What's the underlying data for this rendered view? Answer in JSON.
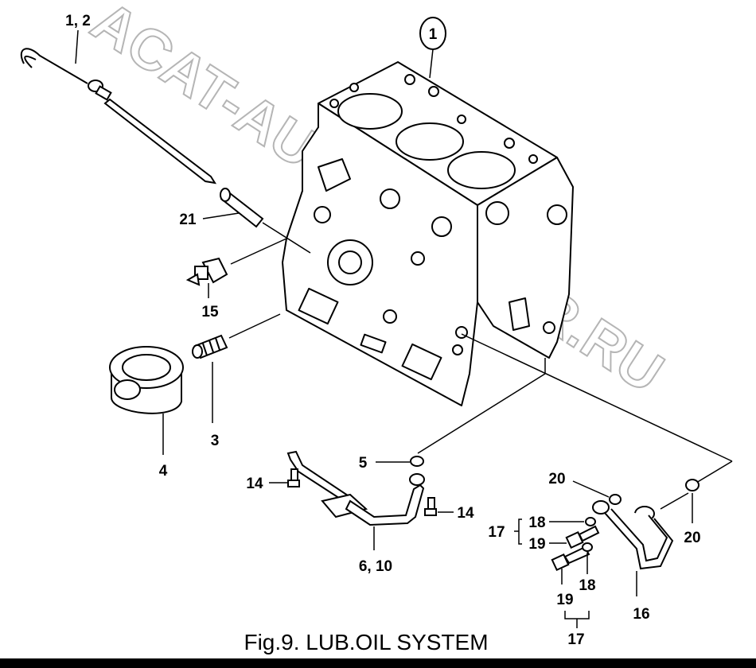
{
  "watermark": "ACAT-AUTODEALER.RU",
  "caption": "Fig.9.  LUB.OIL SYSTEM",
  "callouts": {
    "c1": "1",
    "c12": "1, 2",
    "c21": "21",
    "c15": "15",
    "c3": "3",
    "c4": "4",
    "c5": "5",
    "c14a": "14",
    "c14b": "14",
    "c610": "6, 10",
    "c20a": "20",
    "c20b": "20",
    "c18a": "18",
    "c18b": "18",
    "c17a": "17",
    "c17b": "17",
    "c19a": "19",
    "c19b": "19",
    "c16": "16"
  }
}
